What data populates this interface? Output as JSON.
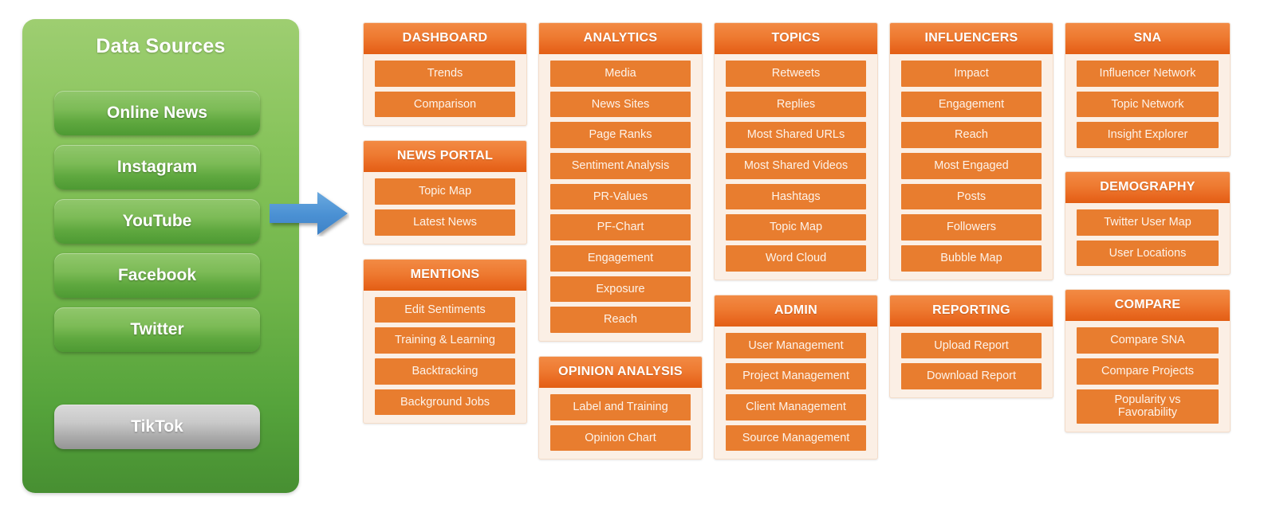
{
  "sources_panel": {
    "title": "Data Sources",
    "items": [
      {
        "label": "Online News",
        "style": "green"
      },
      {
        "label": "Instagram",
        "style": "green"
      },
      {
        "label": "YouTube",
        "style": "green"
      },
      {
        "label": "Facebook",
        "style": "green"
      },
      {
        "label": "Twitter",
        "style": "green"
      },
      {
        "label": "TikTok",
        "style": "grey"
      }
    ]
  },
  "arrow": {
    "name": "right-arrow",
    "color": "#4A90D3"
  },
  "colors": {
    "panel_green_top": "#9ECE71",
    "panel_green_bottom": "#478F32",
    "card_header_orange": "#EE7A31",
    "card_item_orange": "#E87D2F",
    "card_background": "#FBEFE5",
    "arrow_blue": "#4A90D3",
    "tiktok_grey": "#C9C9C9"
  },
  "columns": [
    {
      "key": "dashboard",
      "cards": [
        {
          "title": "DASHBOARD",
          "items": [
            "Trends",
            "Comparison"
          ]
        },
        {
          "title": "NEWS PORTAL",
          "items": [
            "Topic Map",
            "Latest News"
          ]
        },
        {
          "title": "MENTIONS",
          "items": [
            "Edit Sentiments",
            "Training & Learning",
            "Backtracking",
            "Background Jobs"
          ]
        }
      ]
    },
    {
      "key": "analytics",
      "cards": [
        {
          "title": "ANALYTICS",
          "items": [
            "Media",
            "News Sites",
            "Page Ranks",
            "Sentiment Analysis",
            "PR-Values",
            "PF-Chart",
            "Engagement",
            "Exposure",
            "Reach"
          ]
        },
        {
          "title": "OPINION ANALYSIS",
          "items": [
            "Label and Training",
            "Opinion Chart"
          ]
        }
      ]
    },
    {
      "key": "topics",
      "cards": [
        {
          "title": "TOPICS",
          "items": [
            "Retweets",
            "Replies",
            "Most Shared URLs",
            "Most Shared Videos",
            "Hashtags",
            "Topic Map",
            "Word Cloud"
          ]
        },
        {
          "title": "ADMIN",
          "items": [
            "User Management",
            "Project Management",
            "Client Management",
            "Source Management"
          ]
        }
      ]
    },
    {
      "key": "influencers",
      "cards": [
        {
          "title": "INFLUENCERS",
          "items": [
            "Impact",
            "Engagement",
            "Reach",
            "Most Engaged",
            "Posts",
            "Followers",
            "Bubble Map"
          ]
        },
        {
          "title": "REPORTING",
          "items": [
            "Upload Report",
            "Download Report"
          ]
        }
      ]
    },
    {
      "key": "sna",
      "cards": [
        {
          "title": "SNA",
          "items": [
            "Influencer Network",
            "Topic Network",
            "Insight Explorer"
          ]
        },
        {
          "title": "DEMOGRAPHY",
          "items": [
            "Twitter User Map",
            "User Locations"
          ]
        },
        {
          "title": "COMPARE",
          "items": [
            "Compare SNA",
            "Compare Projects",
            "Popularity vs\nFavorability"
          ]
        }
      ]
    }
  ]
}
